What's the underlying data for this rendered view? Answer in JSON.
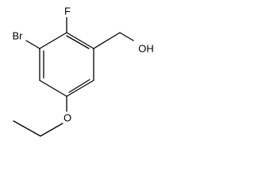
{
  "molecule": {
    "atom_labels": {
      "fluorine": "F",
      "bromine": "Br",
      "hydroxyl": "OH",
      "ether_oxygen": "O"
    }
  }
}
